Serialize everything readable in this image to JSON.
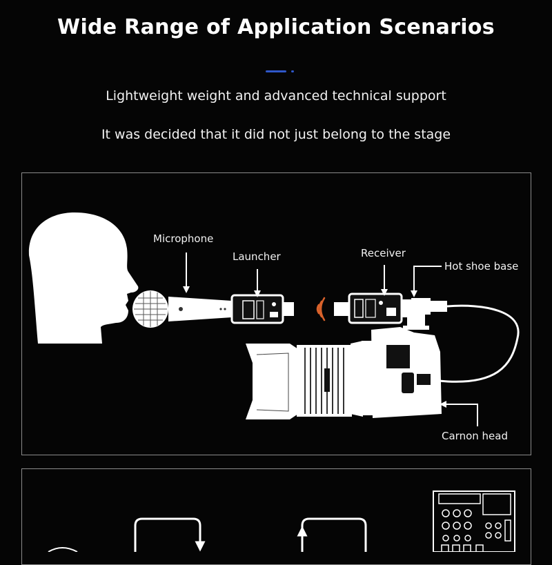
{
  "header": {
    "title": "Wide Range of Application Scenarios",
    "subtitle_1": "Lightweight weight and advanced technical support",
    "subtitle_2": "It was decided that it did not just belong to the stage"
  },
  "diagram": {
    "labels": {
      "microphone": "Microphone",
      "launcher": "Launcher",
      "receiver": "Receiver",
      "hot_shoe": "Hot shoe base",
      "cannon": "Carnon head"
    }
  },
  "colors": {
    "accent": "#2f57c9",
    "background": "#050505",
    "frame": "#8c8c8c"
  }
}
